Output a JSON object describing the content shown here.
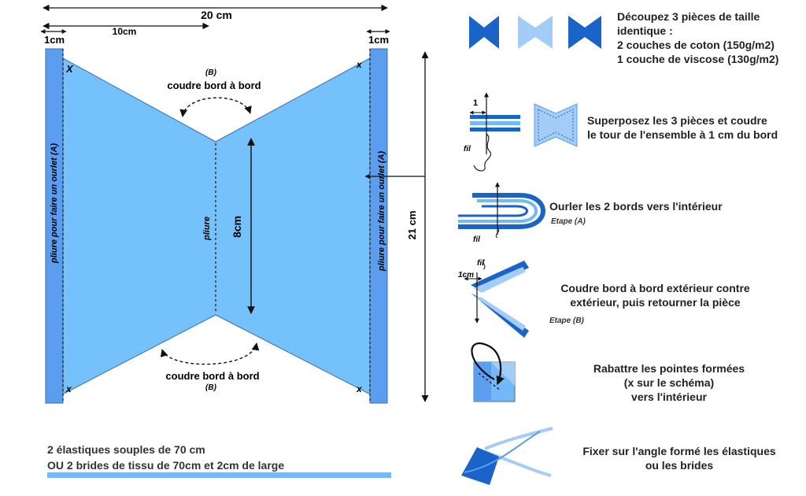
{
  "diagram": {
    "dim_total_width": "20 cm",
    "dim_half_width": "10cm",
    "dim_margin_left": "1cm",
    "dim_margin_right": "1cm",
    "dim_height": "21 cm",
    "dim_center": "8cm",
    "fold_center": "pliure",
    "fold_side_left": "pliure pour faire un ourlet (A)",
    "fold_side_right": "pliure pour faire un ourlet (A)",
    "top_label_tag": "(B)",
    "top_label": "coudre bord à bord",
    "bottom_label": "coudre bord à bord",
    "bottom_label_tag": "(B)",
    "corner_mark_top_left": "X",
    "corner_mark_top_right": "x",
    "corner_mark_bottom_left": "x",
    "corner_mark_bottom_right": "x",
    "colors": {
      "fabric": "#74c1fb",
      "hem_strip": "#5b9ef0",
      "outline": "#3a6fb0",
      "dark_blue": "#1a63c8",
      "light_blue": "#a3ccf7"
    }
  },
  "steps": {
    "step1": {
      "line1": "Découpez 3 pièces de taille",
      "line2": "identique :",
      "line3": "2 couches de coton (150g/m2)",
      "line4": "1 couche de viscose (130g/m2)"
    },
    "step2": {
      "tag_1": "1",
      "tag_fil": "fil",
      "line1": "Superposez les 3 pièces et coudre",
      "line2": "le tour de l'ensemble à 1 cm du bord"
    },
    "step3": {
      "tag_fil": "fil",
      "line1": "Ourler les 2 bords vers l'intérieur",
      "stage": "Etape (A)"
    },
    "step4": {
      "tag_fil": "fil",
      "tag_1cm": "1cm",
      "line1": "Coudre bord à bord extérieur contre",
      "line2": "extérieur, puis retourner la pièce",
      "stage": "Etape (B)"
    },
    "step5": {
      "line1": "Rabattre les pointes formées",
      "line2": "(x sur le schéma)",
      "line3": "vers l'intérieur"
    },
    "step6": {
      "line1": "Fixer sur l'angle formé les élastiques",
      "line2": "ou les brides"
    }
  },
  "bottom": {
    "line1": "2 élastiques souples de 70 cm",
    "line2": "OU 2 brides de tissu de 70cm et 2cm de large"
  }
}
